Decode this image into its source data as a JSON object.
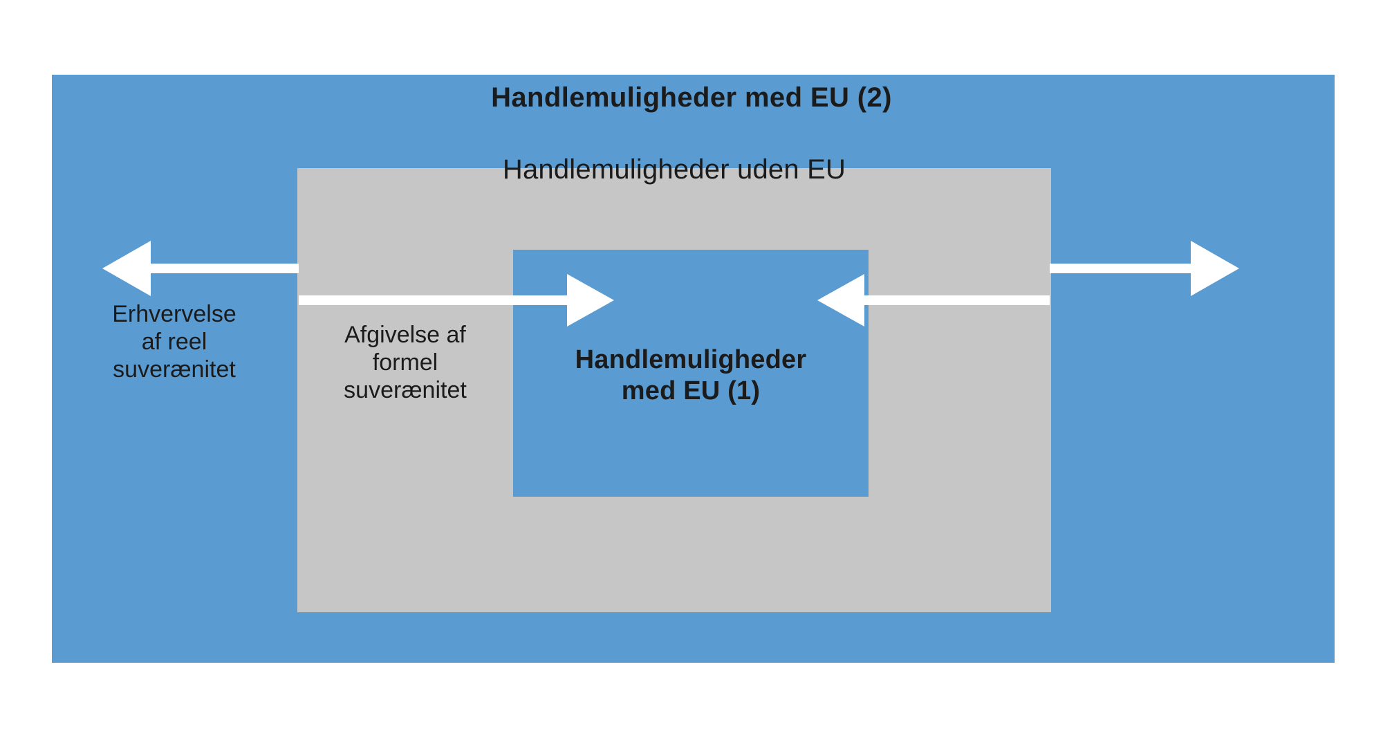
{
  "diagram": {
    "title": "Handlemuligheder med EU (2)",
    "regions": {
      "outer_blue": {
        "label": "Handlemuligheder med EU (2)",
        "color": "#5a9bd1"
      },
      "grey": {
        "label": "Handlemuligheder uden EU",
        "color": "#c6c6c6"
      },
      "inner_blue": {
        "label": "Handlemuligheder\nmed EU (1)",
        "color": "#5a9bd1"
      }
    },
    "annotations": {
      "left_outward": "Erhvervelse\naf reel\nsuverænitet",
      "inward": "Afgivelse af\nformel\nsuverænitet"
    },
    "arrows": [
      {
        "name": "outer-left-arrow",
        "direction": "left",
        "meaning": "Erhvervelse af reel suverænitet",
        "color": "#ffffff"
      },
      {
        "name": "outer-right-arrow",
        "direction": "right",
        "meaning": "Erhvervelse af reel suverænitet",
        "color": "#ffffff"
      },
      {
        "name": "inner-left-to-right-arrow",
        "direction": "right",
        "meaning": "Afgivelse af formel suverænitet",
        "color": "#ffffff"
      },
      {
        "name": "inner-right-to-left-arrow",
        "direction": "left",
        "meaning": "Afgivelse af formel suverænitet",
        "color": "#ffffff"
      }
    ]
  }
}
